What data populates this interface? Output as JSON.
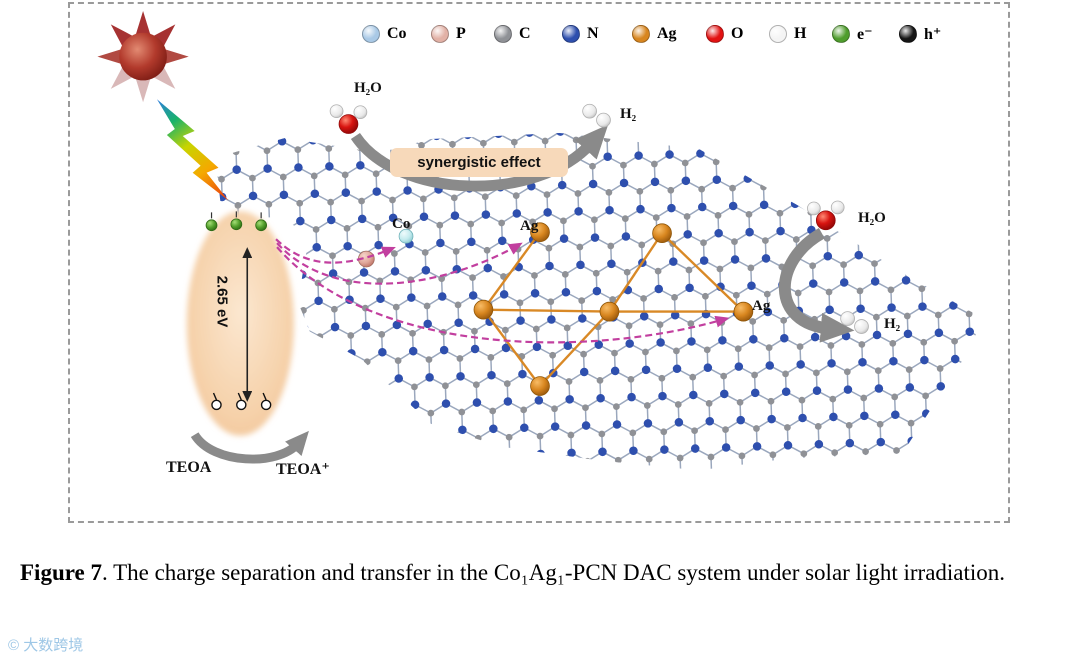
{
  "legend": {
    "items": [
      {
        "label": "Co",
        "color": "#a9c9e6"
      },
      {
        "label": "P",
        "color": "#e2b1a6"
      },
      {
        "label": "C",
        "color": "#8f9196"
      },
      {
        "label": "N",
        "color": "#2e4fae"
      },
      {
        "label": "Ag",
        "color": "#d8861f"
      },
      {
        "label": "O",
        "color": "#e21212"
      },
      {
        "label": "H",
        "color": "#f4f4f4"
      },
      {
        "label": "e⁻",
        "color": "#4f9d2d"
      },
      {
        "label": "h⁺",
        "color": "#151515"
      }
    ]
  },
  "diagram": {
    "band_gap": "2.65 eV",
    "synergistic_label": "synergistic effect",
    "teoa": "TEOA",
    "teoa_plus": "TEOA⁺",
    "co_site": "Co",
    "ag_site_top": "Ag",
    "ag_site_right": "Ag",
    "h2o_top": "H₂O",
    "h2_top": "H₂",
    "h2o_right": "H₂O",
    "h2_right": "H₂"
  },
  "caption": {
    "figure_label": "Figure 7",
    "text": ". The charge separation and transfer in the Co₁Ag₁-PCN DAC system under solar light irradiation."
  },
  "watermark": "© 大数跨境",
  "colors": {
    "nitrogen_blue": "#2e4fae",
    "carbon_gray": "#8f9196",
    "bond_gray": "#9aa7bd",
    "silver_orange": "#d8861f",
    "magenta_arrow": "#c23f9f",
    "arrow_gray": "#8a8a8a",
    "synergistic_bg": "#f7d9ba"
  }
}
